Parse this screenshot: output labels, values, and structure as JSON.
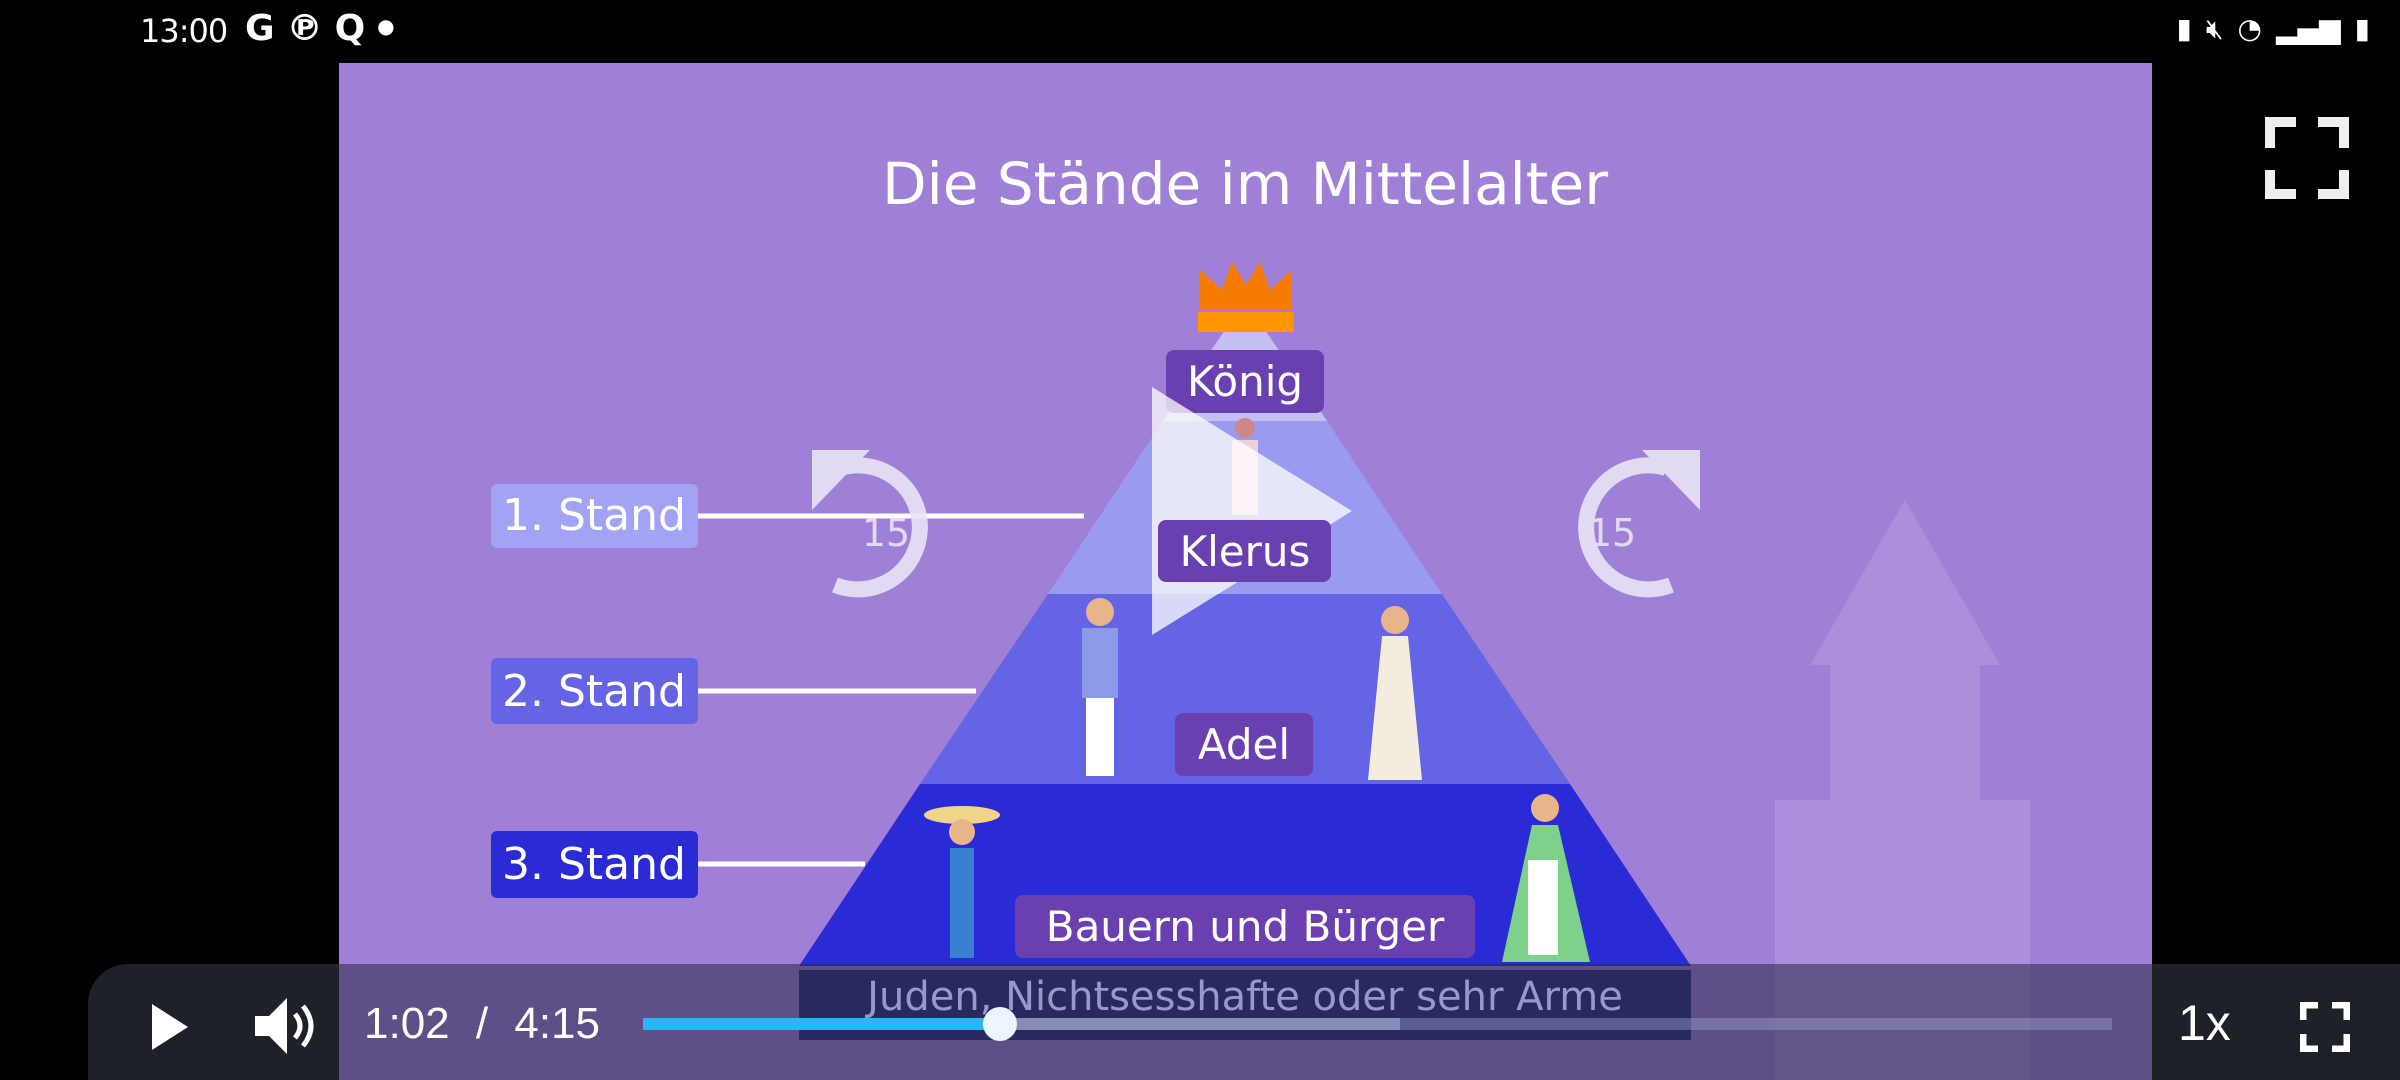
{
  "status_bar": {
    "time": "13:00",
    "left_icons": [
      "google-icon",
      "pinterest-icon",
      "quora-icon",
      "dot-icon"
    ],
    "right_icons": [
      "battery-saver-icon",
      "mute-icon",
      "wifi-icon",
      "signal-icon",
      "battery-icon"
    ]
  },
  "video": {
    "title": "Die Stände im Mittelalter",
    "tiers": {
      "koenig": "König",
      "klerus": "Klerus",
      "adel": "Adel",
      "bauern": "Bauern und Bürger",
      "unten": "Juden, Nichtsesshafte oder sehr Arme"
    },
    "stands": [
      "1. Stand",
      "2. Stand",
      "3. Stand"
    ],
    "skip_back": "15",
    "skip_forward": "15",
    "colors": {
      "background": "#a07fd6",
      "klerus": "#9a9af0",
      "adel": "#6464e4",
      "bauern": "#2b2bd6",
      "label": "#6a40b0"
    }
  },
  "controls": {
    "current_time": "1:02",
    "separator": "/",
    "duration": "4:15",
    "progress_fraction": 0.243,
    "buffered_fraction": 0.515,
    "speed": "1x",
    "accent": "#29b6f6"
  }
}
